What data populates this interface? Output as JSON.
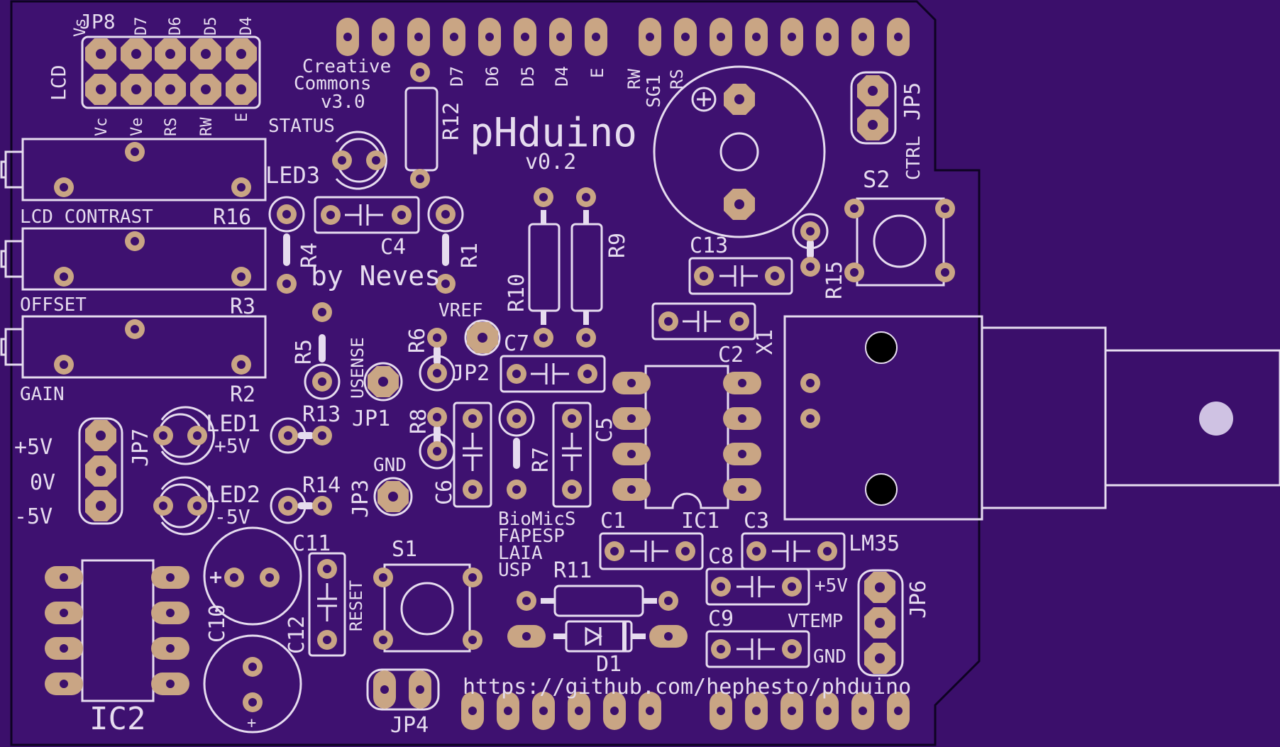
{
  "colors": {
    "board": "#3b0f6b",
    "board_edge": "#12052a",
    "silkscreen": "#e6dcef",
    "pad": "#c9a584",
    "hole": "#000000"
  },
  "board": {
    "title": "pHduino",
    "version": "v0.2",
    "author": "by Neves",
    "license_line1": "Creative",
    "license_line2": "Commons",
    "license_line3": "v3.0",
    "url": "https://github.com/hephesto/phduino",
    "credits": [
      "BioMicS",
      "FAPESP",
      "LAIA",
      "USP"
    ]
  },
  "labels": {
    "jp8": "JP8",
    "lcd": "LCD",
    "jp8_top": [
      "Vs",
      "D7",
      "D6",
      "D5",
      "D4"
    ],
    "jp8_bottom": [
      "Vc",
      "Ve",
      "RS",
      "RW",
      "E"
    ],
    "header_top": [
      "D7",
      "D6",
      "D5",
      "D4",
      "E",
      "RW",
      "SG1",
      "RS"
    ],
    "status": "STATUS",
    "led3": "LED3",
    "r12": "R12",
    "lcd_contrast": "LCD CONTRAST",
    "r16": "R16",
    "offset": "OFFSET",
    "r3": "R3",
    "gain": "GAIN",
    "r2": "R2",
    "r4": "R4",
    "c4": "C4",
    "r1": "R1",
    "r10": "R10",
    "r9": "R9",
    "jp5": "JP5",
    "ctrl": "CTRL",
    "s2": "S2",
    "c13": "C13",
    "r15": "R15",
    "vref": "VREF",
    "r5": "R5",
    "usense": "USENSE",
    "r6": "R6",
    "jp2": "JP2",
    "c7": "C7",
    "c2": "C2",
    "x1": "X1",
    "r8": "R8",
    "jp1": "JP1",
    "r13": "R13",
    "led1": "LED1",
    "led1_v": "+5V",
    "c6": "C6",
    "r7": "R7",
    "c5": "C5",
    "jp7": "JP7",
    "plus5": "+5V",
    "zero": "0V",
    "minus5": "-5V",
    "gnd": "GND",
    "jp3": "JP3",
    "r14": "R14",
    "led2": "LED2",
    "led2_v": "-5V",
    "c1": "C1",
    "ic1": "IC1",
    "c3": "C3",
    "lm35": "LM35",
    "c8": "C8",
    "plus5v_right": "+5V",
    "jp6": "JP6",
    "c9": "C9",
    "vtemp": "VTEMP",
    "gnd_right": "GND",
    "c11": "C11",
    "s1": "S1",
    "r11": "R11",
    "reset": "RESET",
    "c10": "C10",
    "c12": "C12",
    "d1": "D1",
    "ic2": "IC2",
    "jp4": "JP4",
    "plus_sign": "+"
  }
}
